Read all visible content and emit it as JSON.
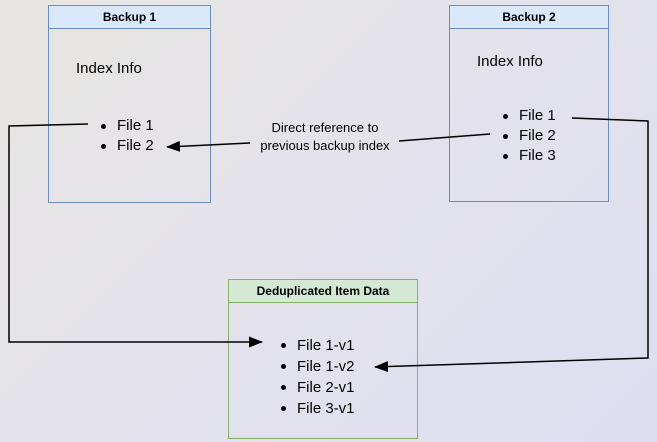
{
  "colors": {
    "bg_start": "#e8e6e2",
    "bg_mid": "#e3e2ec",
    "bg_end": "#dedef2",
    "blue_border": "#6c8ebf",
    "blue_fill": "#dae8fc",
    "green_border": "#82b366",
    "green_fill": "#d5e8d4",
    "arrow": "#000000",
    "text": "#000000"
  },
  "boxes": {
    "backup1": {
      "title": "Backup 1",
      "subtitle": "Index Info",
      "items": [
        "File 1",
        "File 2"
      ]
    },
    "backup2": {
      "title": "Backup 2",
      "subtitle": "Index Info",
      "items": [
        "File 1",
        "File 2",
        "File 3"
      ]
    },
    "dedup": {
      "title": "Deduplicated Item Data",
      "items": [
        "File 1-v1",
        "File 1-v2",
        "File 2-v1",
        "File 3-v1"
      ]
    }
  },
  "annotations": {
    "direct_reference": {
      "line1": "Direct reference to",
      "line2": "previous backup index"
    }
  }
}
